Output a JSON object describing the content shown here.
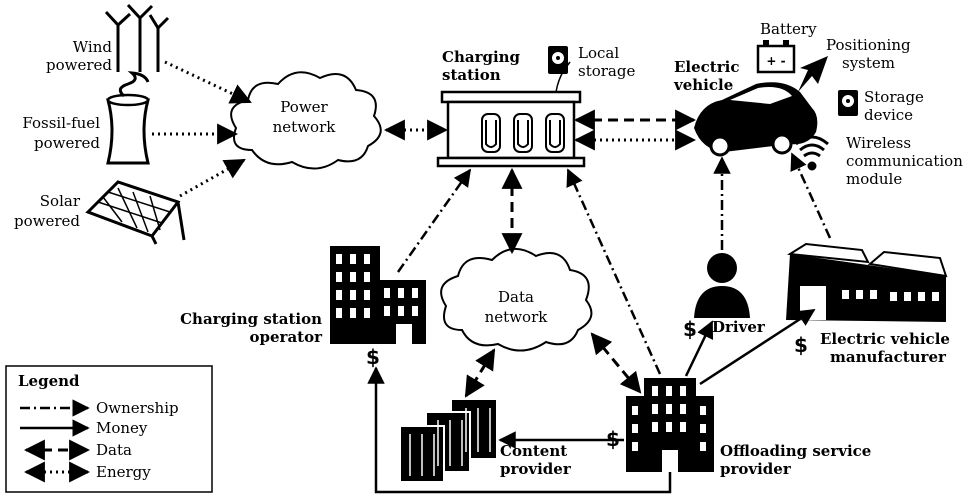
{
  "sources": {
    "wind": [
      "Wind",
      "powered"
    ],
    "fossil": [
      "Fossil-fuel",
      "powered"
    ],
    "solar": [
      "Solar",
      "powered"
    ]
  },
  "power_network": [
    "Power",
    "network"
  ],
  "charging_station": [
    "Charging",
    "station"
  ],
  "local_storage": [
    "Local",
    "storage"
  ],
  "electric_vehicle": [
    "Electric",
    "vehicle"
  ],
  "battery": "Battery",
  "battery_symbol": "+ -",
  "positioning": [
    "Positioning",
    "system"
  ],
  "storage_device": [
    "Storage",
    "device"
  ],
  "wireless": [
    "Wireless",
    "communication",
    "module"
  ],
  "data_network": [
    "Data",
    "network"
  ],
  "cs_operator": [
    "Charging station",
    "operator"
  ],
  "driver": "Driver",
  "ev_manufacturer": [
    "Electric vehicle",
    "manufacturer"
  ],
  "content_provider": [
    "Content",
    "provider"
  ],
  "offloading_provider": [
    "Offloading service",
    "provider"
  ],
  "currency_symbol": "$",
  "legend": {
    "title": "Legend",
    "items": [
      "Ownership",
      "Money",
      "Data",
      "Energy"
    ]
  }
}
